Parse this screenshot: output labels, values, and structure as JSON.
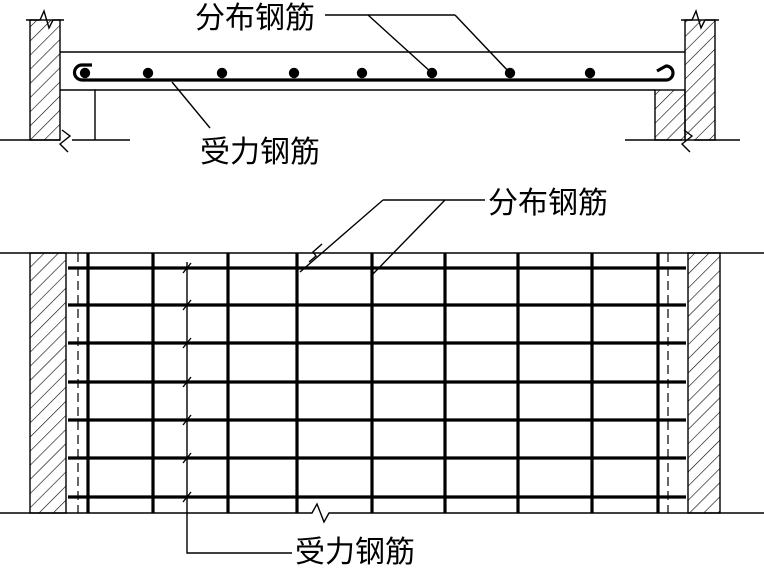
{
  "colors": {
    "line": "#000000",
    "background": "#ffffff"
  },
  "section_view": {
    "distribution_bar_label": "分布钢筋",
    "main_bar_label": "受力钢筋"
  },
  "plan_view": {
    "distribution_bar_label": "分布钢筋",
    "main_bar_label": "受力钢筋"
  }
}
